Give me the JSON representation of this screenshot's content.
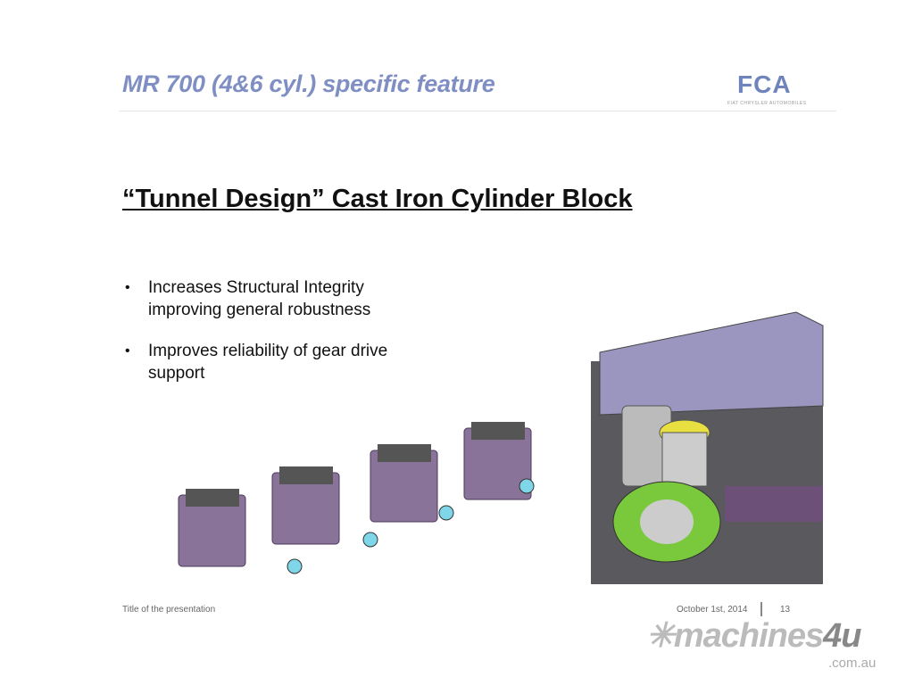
{
  "header": {
    "title": "MR 700 (4&6 cyl.) specific feature",
    "logo": "FCA",
    "logo_sub": "FIAT CHRYSLER AUTOMOBILES"
  },
  "slide": {
    "title": "“Tunnel Design” Cast Iron Cylinder Block",
    "bullets": [
      {
        "text": "Increases Structural Integrity improving general robustness"
      },
      {
        "text": "Improves reliability of gear drive support"
      }
    ]
  },
  "footer": {
    "presentation": "Title of the presentation",
    "date": "October 1st, 2014",
    "page": "13"
  },
  "watermark": {
    "brand": "machines",
    "brand_num": "4u",
    "domain": ".com.au"
  }
}
